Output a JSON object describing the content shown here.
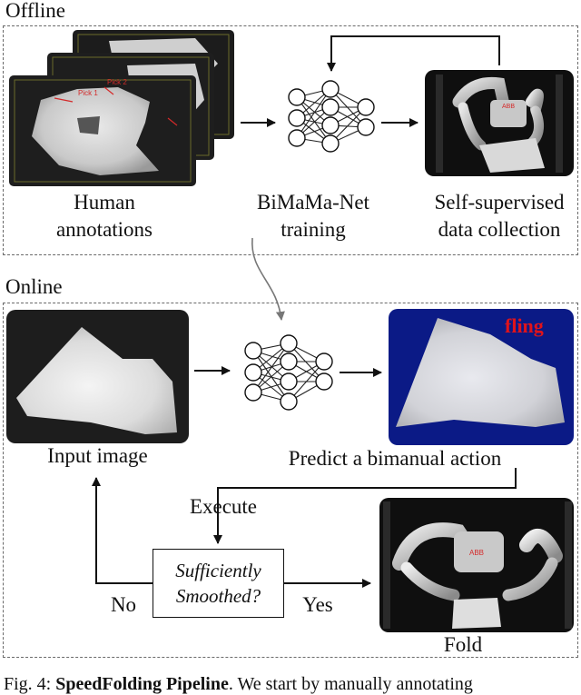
{
  "offline": {
    "label": "Offline",
    "annotation_pick_1": "Pick 1",
    "annotation_pick_2": "Pick 2",
    "caption_human_1": "Human",
    "caption_human_2": "annotations",
    "caption_net_1": "BiMaMa-Net",
    "caption_net_2": "training",
    "caption_data_1": "Self-supervised",
    "caption_data_2": "data collection",
    "robot_brand": "ABB"
  },
  "online": {
    "label": "Online",
    "caption_input": "Input image",
    "caption_predict": "Predict a bimanual action",
    "action_label": "fling",
    "execute_label": "Execute",
    "decision_line_1": "Sufficiently",
    "decision_line_2": "Smoothed?",
    "no_label": "No",
    "yes_label": "Yes",
    "fold_label": "Fold",
    "robot_brand": "ABB"
  },
  "figure_caption": {
    "prefix": "Fig. 4: ",
    "title": "SpeedFolding Pipeline",
    "text": ". We start by manually annotating"
  },
  "colors": {
    "dash_border": "#6a6a6a",
    "fling_text": "#e0131a",
    "prediction_bg": "#0b1a86",
    "photo_bg": "#1b1b1b",
    "curve_arrow": "#777777"
  },
  "icons": {
    "network": "neural-network-icon",
    "robot": "robot-photo",
    "shirt": "tshirt-photo"
  }
}
